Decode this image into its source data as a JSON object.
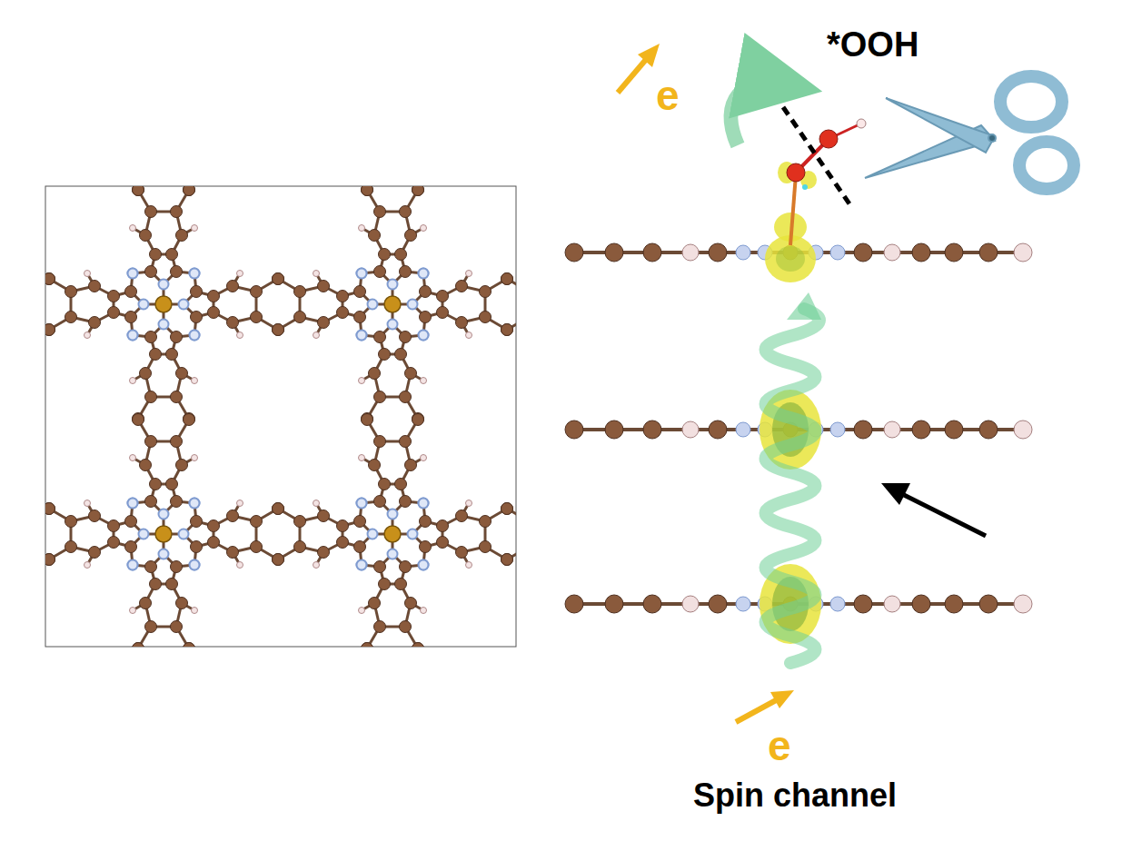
{
  "diagram": {
    "labels": [
      "*OOH",
      "e",
      "e",
      "Spin channel"
    ]
  }
}
